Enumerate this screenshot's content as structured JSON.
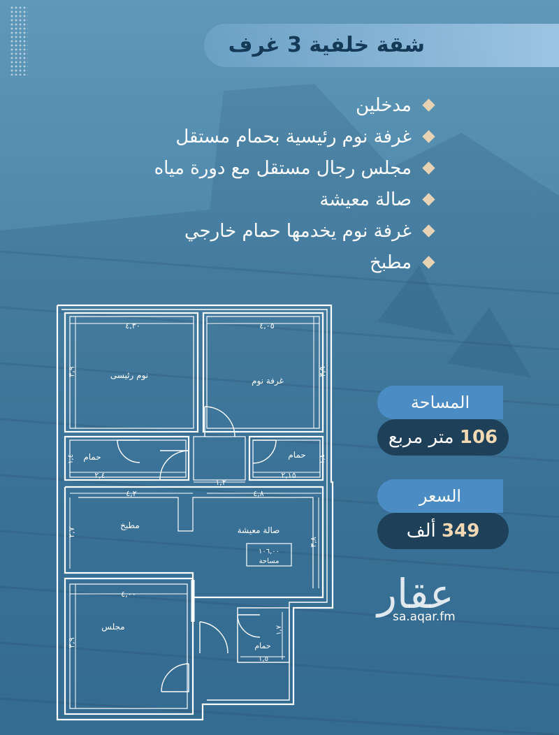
{
  "title": "شقة خلفية 3 غرف",
  "features": [
    "مدخلين",
    "غرفة نوم رئيسية بحمام مستقل",
    "مجلس رجال مستقل مع دورة مياه",
    "صالة معيشة",
    "غرفة نوم يخدمها حمام خارجي",
    "مطبخ"
  ],
  "area_label": "المساحة",
  "area_number": "106",
  "area_unit": "متر مربع",
  "price_label": "السعر",
  "price_number": "349",
  "price_unit": "ألف",
  "brand": {
    "logo_text": "عقار",
    "url": "sa.aqar.fm"
  },
  "floor_plan": {
    "rooms": {
      "master_bedroom": "نوم رئيسى",
      "bedroom": "غرفة نوم",
      "bath_left": "حمام",
      "bath_right": "حمام",
      "kitchen": "مطبخ",
      "living": "صالة معيشة",
      "majlis": "مجلس",
      "bath_small": "حمام",
      "area_box_value": "١٠٦,٠٠",
      "area_box_label": "مساحة"
    },
    "dimensions": {
      "master_width": "٤,٣٠",
      "bedroom_width": "٤,٠٥",
      "master_height": "٣,٩",
      "bedroom_height": "٣,٩",
      "bath_left_width": "٢,٤",
      "bath_left_height": "١,٤",
      "bath_right_width": "٢,١٥",
      "bath_right_height": "١,٤",
      "corridor_width": "١,٢",
      "kitchen_width": "٤,٢",
      "living_width": "٤,٨",
      "kitchen_height": "٢,٧",
      "living_height": "٣,٨",
      "majlis_width": "٤,٠٠",
      "majlis_height": "٣,٩",
      "bath_small_width": "١,٥",
      "bath_small_height": "١,٧"
    }
  },
  "colors": {
    "title_pill": "#9cc4e2",
    "title_text": "#143a58",
    "bullet": "#e7d3b3",
    "label_pill": "#4a8cc3",
    "value_pill": "#1e4159",
    "value_number": "#f2d9b3"
  }
}
